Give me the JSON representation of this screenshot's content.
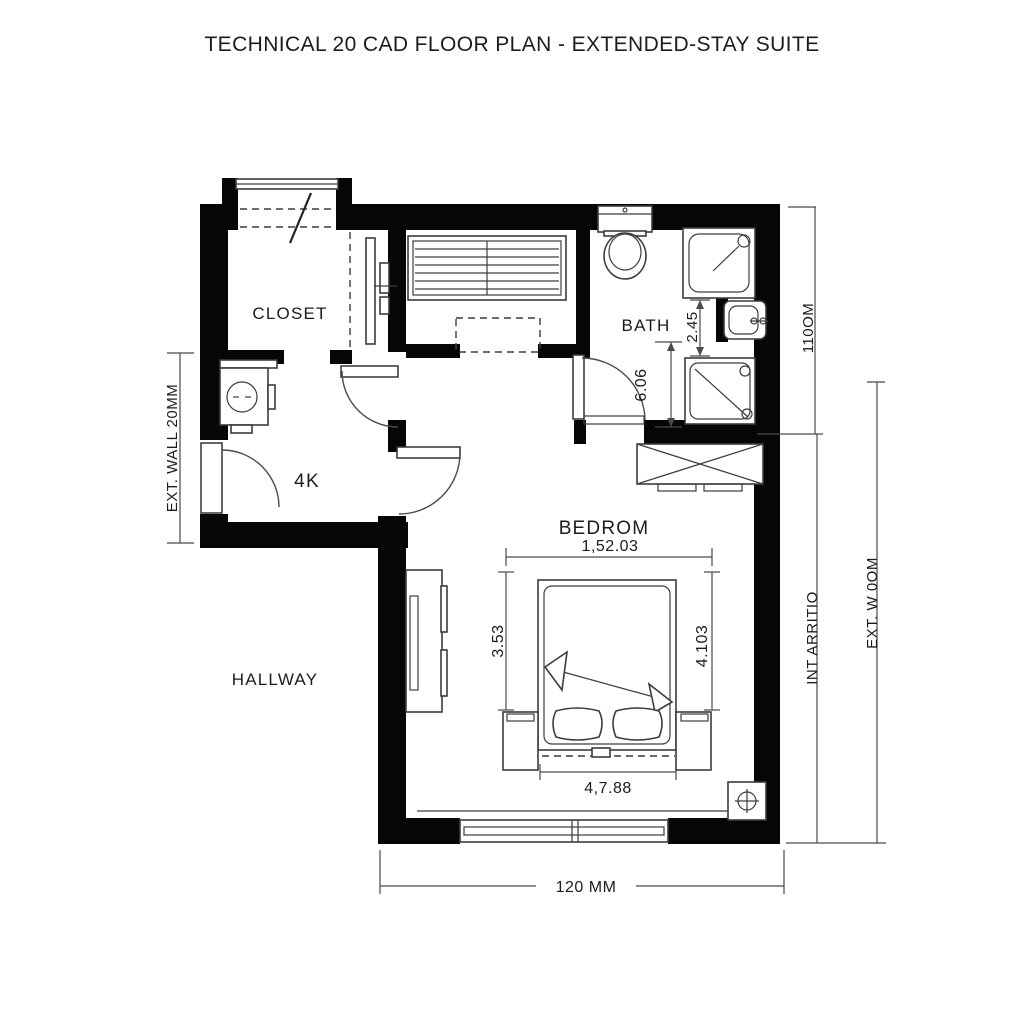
{
  "title": "TECHNICAL 20 CAD FLOOR PLAN - EXTENDED-STAY SUITE",
  "rooms": {
    "closet": "CLOSET",
    "bath": "BATH",
    "bedroom": "BEDROM",
    "entry": "4K",
    "hallway": "HALLWAY"
  },
  "dims": {
    "left_wall": "EXT. WALL 20MM",
    "right_upper": "110OM",
    "right_inner": "INT ARRITIO",
    "right_outer": "EXT. W 0OM",
    "bottom_overall": "120 MM",
    "bath_gap": "2.45",
    "bath_height": "6.06",
    "bed_top": "1,52.03",
    "bed_left": "3.53",
    "bed_right": "4.103",
    "bed_bottom": "4,7.88"
  },
  "symbols": [
    "toilet",
    "shower-upper",
    "shower-lower",
    "sink",
    "bed",
    "pillows",
    "blanket-fold",
    "nightstands",
    "louver-wardrobe",
    "closet-rod",
    "washer-unit",
    "dresser-crossed",
    "window",
    "door-swing",
    "survey-marker"
  ],
  "colors": {
    "wall": "#060606",
    "line": "#3c3c3c",
    "dimension_line": "#4a4a4a",
    "text": "#1c1c1c",
    "background": "#ffffff"
  }
}
